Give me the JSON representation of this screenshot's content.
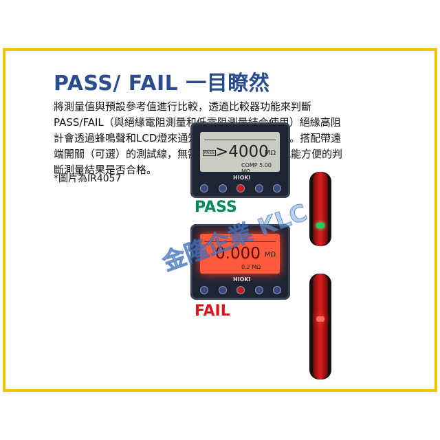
{
  "title": "PASS/ FAIL 一目瞭然",
  "description": [
    "將測量值與預設參考值進行比較，透過比較器功能來判斷",
    "PASS/FAIL（與絕緣電阻測量和低電阻測量結合使用）絕緣高阻",
    "計會透過蜂鳴聲和LCD燈來通知測量結果PASS/FAIL。搭配帶遠",
    "端開關（可選）的測試線，無需操作或檢查儀器，就能方便的判",
    "斷測量結果是否合格。"
  ],
  "note": "*圖片為IR4057",
  "meter_pass": {
    "tag": "PASS",
    "value": ">4000",
    "unit": "MΩ",
    "sub": "COMP 5.00 MΩ",
    "brand": "HIOKI"
  },
  "meter_fail": {
    "value": "0.000",
    "unit": "MΩ",
    "sub": "0.2 MΩ",
    "brand": "HIOKI"
  },
  "status_pass": "PASS",
  "status_fail": "FAIL",
  "watermark": "金隆企業 KLC",
  "colors": {
    "border": "#f2c200",
    "title": "#2a4c8c",
    "pass": "#008a5a",
    "fail": "#d8141a"
  }
}
